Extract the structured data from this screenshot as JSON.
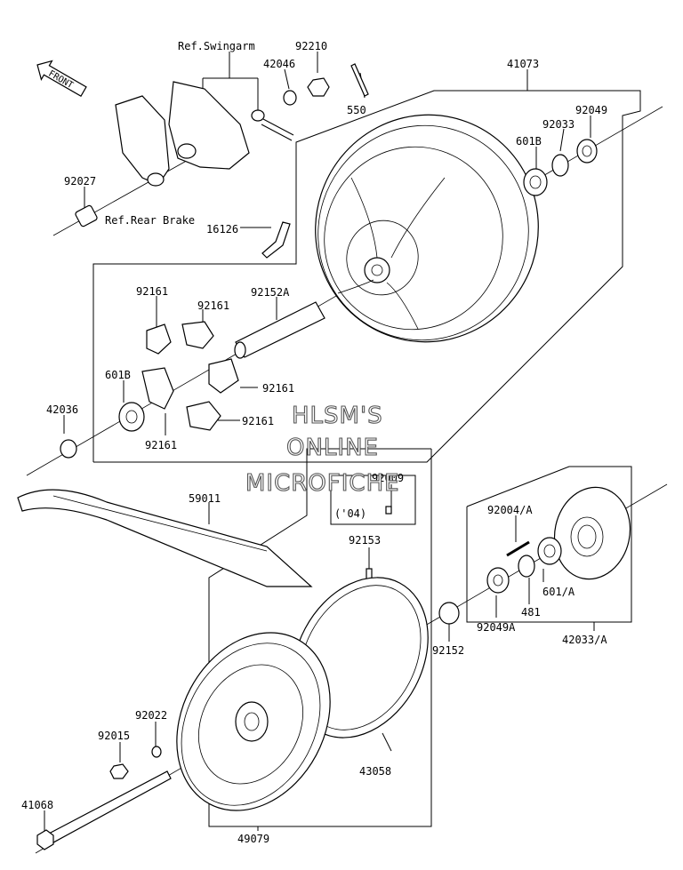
{
  "watermark": [
    "HLSM'S",
    "ONLINE",
    "MICROFICHE"
  ],
  "front_label": "FRONT",
  "labels": {
    "ref_swingarm": "Ref.Swingarm",
    "ref_rear_brake": "Ref.Rear Brake",
    "p92210": "92210",
    "p42046": "42046",
    "p550": "550",
    "p41073": "41073",
    "p92049": "92049",
    "p92033": "92033",
    "p601b_top": "601B",
    "p92027": "92027",
    "p16126": "16126",
    "p92161_a": "92161",
    "p92161_b": "92161",
    "p92152a": "92152A",
    "p92161_c": "92161",
    "p601b_left": "601B",
    "p42036": "42036",
    "p92161_d": "92161",
    "p92161_e": "92161",
    "p59011": "59011",
    "p92009": "92009",
    "p04": "('04)",
    "p92004a": "92004/A",
    "p92153": "92153",
    "p601a": "601/A",
    "p481": "481",
    "p92049a": "92049A",
    "p42033a": "42033/A",
    "p92152": "92152",
    "p92022": "92022",
    "p92015": "92015",
    "p43058": "43058",
    "p41068": "41068",
    "p49079": "49079"
  }
}
